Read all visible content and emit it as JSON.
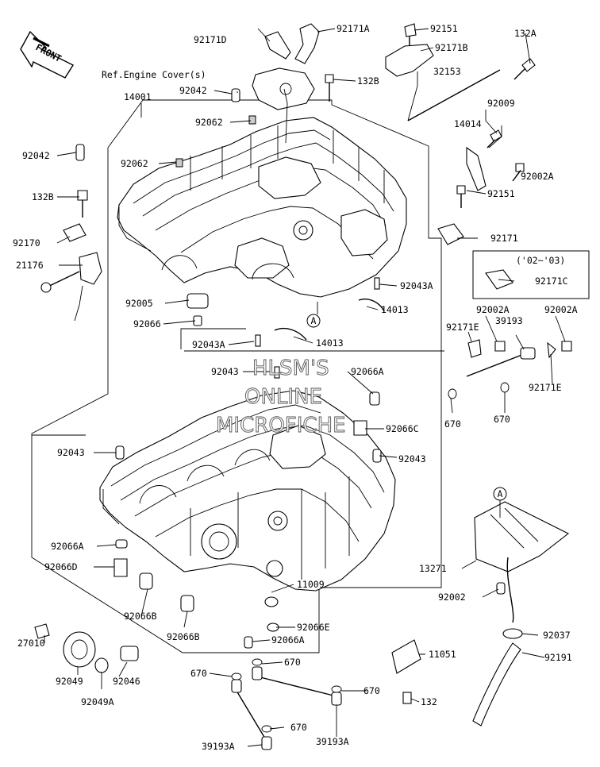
{
  "diagram": {
    "front_arrow_text": "FRONT",
    "ref_note": "Ref.Engine Cover(s)",
    "year_box_text": "('02~'03)",
    "marker_a": "A",
    "watermark": [
      "HLSM'S",
      "ONLINE",
      "MICROFICHE"
    ],
    "part_numbers": [
      "92171D",
      "92171A",
      "92151",
      "92171B",
      "132A",
      "132B",
      "92042",
      "32153",
      "14001",
      "92062",
      "92009",
      "14014",
      "92042",
      "92062",
      "92002A",
      "132B",
      "92151",
      "92170",
      "92171",
      "21176",
      "92171C",
      "92043A",
      "92005",
      "14013",
      "92066",
      "92043A",
      "14013",
      "92002A",
      "92002A",
      "92171E",
      "39193",
      "92043",
      "92066A",
      "92171E",
      "670",
      "670",
      "92066C",
      "92043",
      "92043",
      "92066A",
      "92066D",
      "13271",
      "92066B",
      "11009",
      "92002",
      "27010",
      "92066E",
      "92066B",
      "92066A",
      "92037",
      "11051",
      "92049",
      "92046",
      "670",
      "670",
      "92191",
      "670",
      "92049A",
      "670",
      "132",
      "39193A",
      "39193A"
    ]
  }
}
